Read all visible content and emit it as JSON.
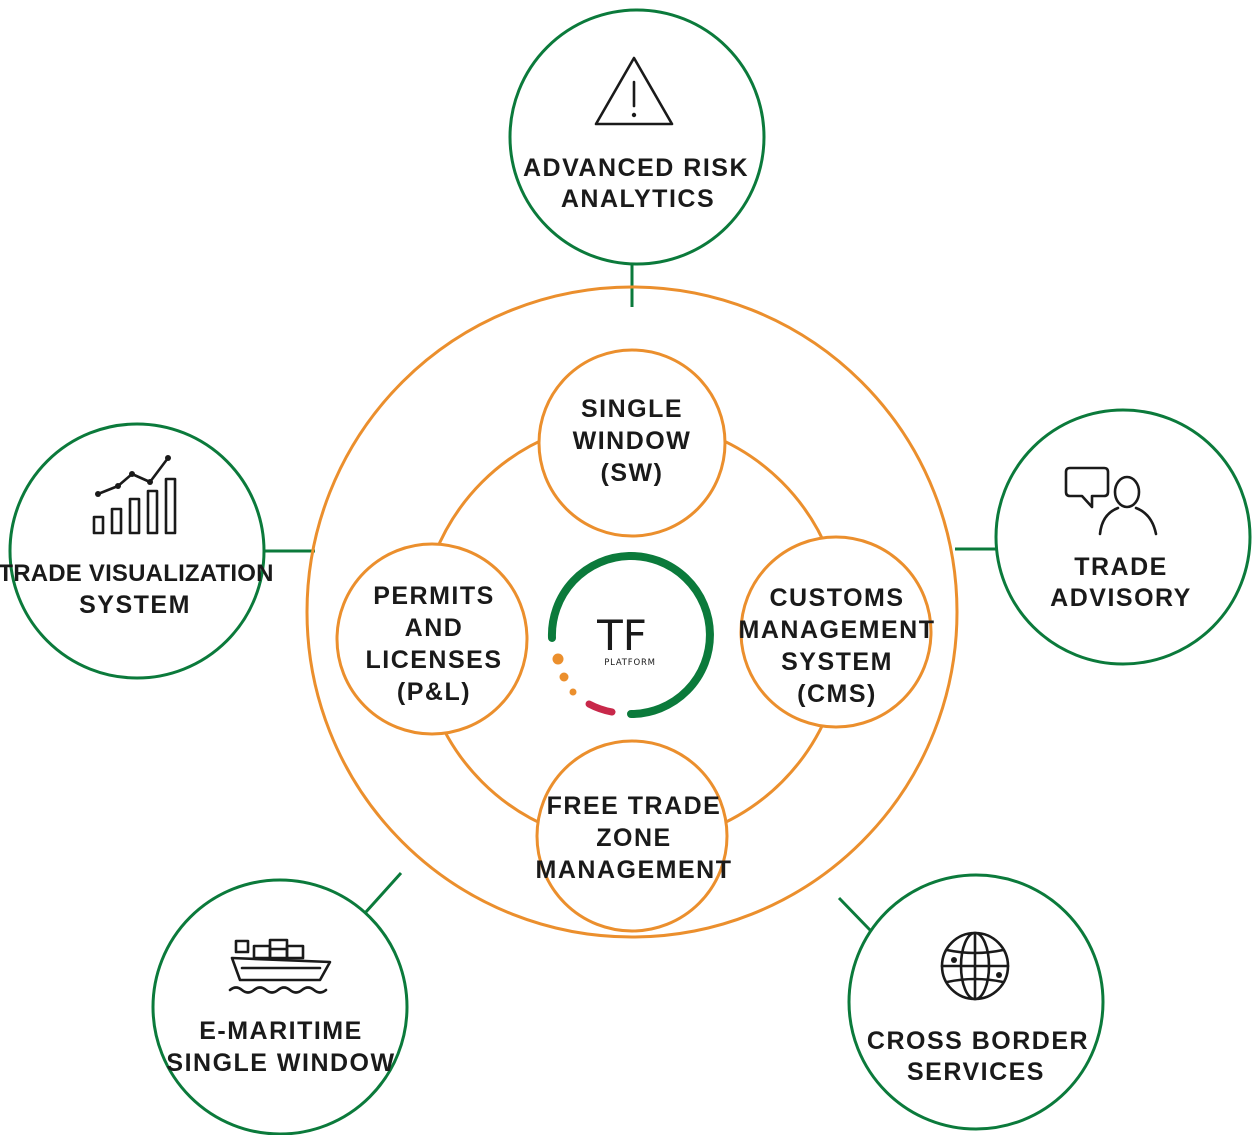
{
  "colors": {
    "outer_ring": "#0b7a3b",
    "inner_ring": "#eb8f2d",
    "logo_green": "#0b7a3b",
    "logo_orange": "#eb8f2d",
    "logo_red": "#c8284a",
    "text": "#1a1a1a"
  },
  "center_logo": {
    "title": "TF",
    "subtitle": "PLATFORM"
  },
  "inner_modules": {
    "single_window": [
      "SINGLE",
      "WINDOW",
      "(SW)"
    ],
    "customs": [
      "CUSTOMS",
      "MANAGEMENT",
      "SYSTEM",
      "(CMS)"
    ],
    "free_trade_zone": [
      "FREE TRADE",
      "ZONE",
      "MANAGEMENT"
    ],
    "permits": [
      "PERMITS",
      "AND",
      "LICENSES",
      "(P&L)"
    ]
  },
  "outer_services": {
    "risk": {
      "icon": "warning-triangle-icon",
      "lines": [
        "ADVANCED RISK",
        "ANALYTICS"
      ]
    },
    "advisory": {
      "icon": "chat-person-icon",
      "lines": [
        "TRADE",
        "ADVISORY"
      ]
    },
    "cross_border": {
      "icon": "globe-icon",
      "lines": [
        "CROSS BORDER",
        "SERVICES"
      ]
    },
    "maritime": {
      "icon": "cargo-ship-icon",
      "lines": [
        "E-MARITIME",
        "SINGLE WINDOW"
      ]
    },
    "visualization": {
      "icon": "bar-line-chart-icon",
      "lines": [
        "TRADE VISUALIZATION",
        "SYSTEM"
      ]
    }
  }
}
